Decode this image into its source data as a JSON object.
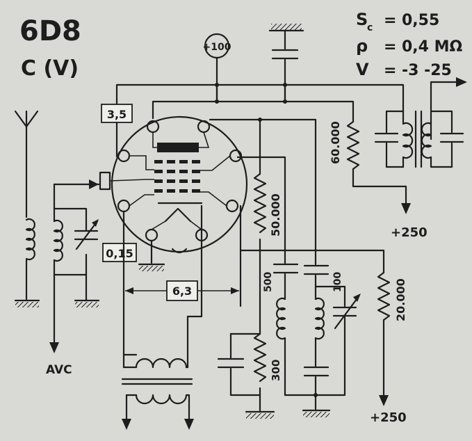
{
  "tube": {
    "type": "6D8",
    "subtitle": "C (V)"
  },
  "parameters": {
    "sc": {
      "symbol": "S",
      "sub": "c",
      "eq": "=",
      "value": "0,55"
    },
    "rho": {
      "symbol": "ρ",
      "eq": "=",
      "value": "0,4 MΩ"
    },
    "v": {
      "symbol": "V",
      "eq": "=",
      "value": "-3 -25"
    }
  },
  "labels": {
    "plus100": "+100",
    "box35": "3,5",
    "box015": "0,15",
    "heater": "6,3",
    "r60000": "60.000",
    "r50000": "50.000",
    "r20000": "20.000",
    "r300": "300",
    "c500": "500",
    "c100": "100",
    "plus250_top": "+250",
    "plus250_bottom": "+250",
    "avc": "AVC"
  }
}
